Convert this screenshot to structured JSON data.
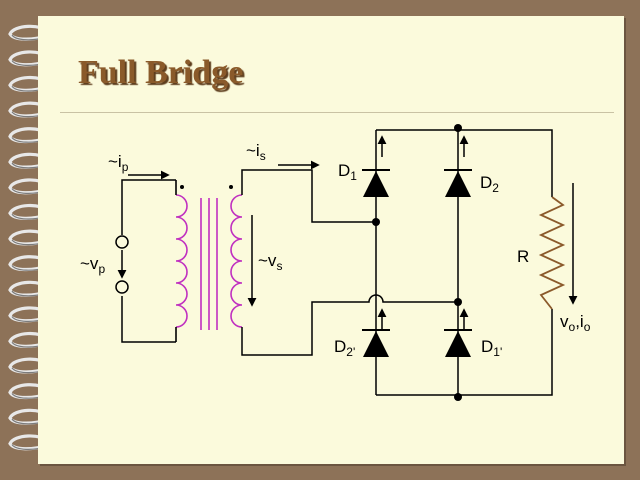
{
  "slide": {
    "title": "Full Bridge"
  },
  "primary": {
    "current": {
      "base": "~i",
      "sub": "p"
    },
    "voltage": {
      "base": "~v",
      "sub": "p"
    }
  },
  "secondary": {
    "current": {
      "base": "~i",
      "sub": "s"
    },
    "voltage": {
      "base": "~v",
      "sub": "s"
    }
  },
  "diodes": [
    {
      "base": "D",
      "sub": "1"
    },
    {
      "base": "D",
      "sub": "2"
    },
    {
      "base": "D",
      "sub": "2'"
    },
    {
      "base": "D",
      "sub": "1'"
    }
  ],
  "load": {
    "resistor": "R",
    "output": {
      "base1": "v",
      "sub1": "o",
      "sep": ",",
      "base2": "i",
      "sub2": "o"
    }
  },
  "colors": {
    "background": "#8d7258",
    "slide": "#fbfadc",
    "title": "#8a5a2a",
    "transformer": "#c030c0",
    "resistor": "#8b5a2b",
    "wire": "#000000"
  }
}
